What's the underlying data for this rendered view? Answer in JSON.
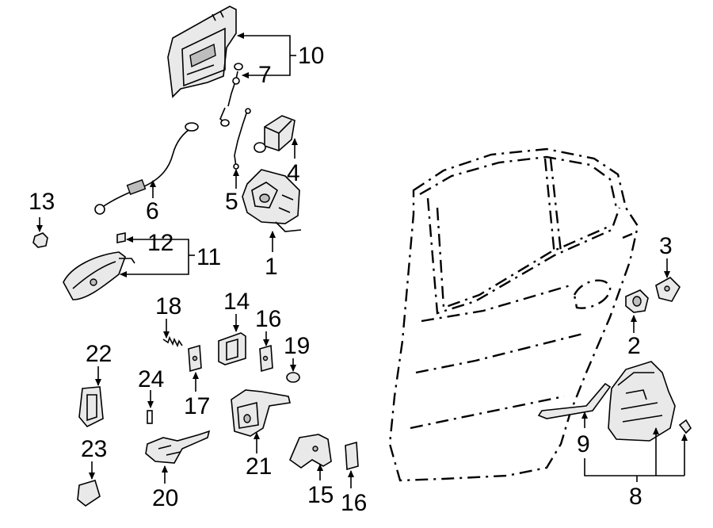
{
  "callouts": {
    "c1": "1",
    "c2": "2",
    "c3": "3",
    "c4": "4",
    "c5": "5",
    "c6": "6",
    "c7": "7",
    "c8": "8",
    "c9": "9",
    "c10": "10",
    "c11": "11",
    "c12": "12",
    "c13": "13",
    "c14": "14",
    "c15": "15",
    "c16a": "16",
    "c16b": "16",
    "c17": "17",
    "c18": "18",
    "c19": "19",
    "c20": "20",
    "c21": "21",
    "c22": "22",
    "c23": "23",
    "c24": "24"
  }
}
